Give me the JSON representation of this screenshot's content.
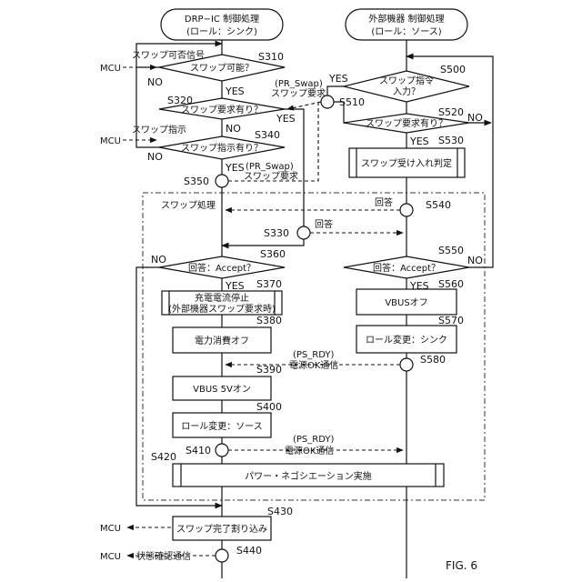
{
  "header": {
    "drp_title_1": "DRP−IC 制御処理",
    "drp_title_2": "(ロール：シンク)",
    "ext_title_1": "外部機器 制御処理",
    "ext_title_2": "(ロール：ソース)"
  },
  "labels": {
    "mcu": "MCU",
    "swap_enable_signal": "スワップ可否信号",
    "swap_instruction": "スワップ指示",
    "pr_swap": "(PR_Swap)",
    "swap_request": "スワップ要求",
    "swap_process": "スワップ処理",
    "answer": "回答",
    "ps_rdy": "(PS_RDY)",
    "power_ok": "電源OK通信",
    "status_check": "状態確認通信",
    "yes": "YES",
    "no": "NO",
    "fig": "FIG. 6"
  },
  "nodes": {
    "s310": {
      "step": "S310",
      "text": "スワップ可能？"
    },
    "s320": {
      "step": "S320",
      "text": "スワップ要求有り？"
    },
    "s340": {
      "step": "S340",
      "text": "スワップ指示有り？"
    },
    "s350": {
      "step": "S350"
    },
    "s330": {
      "step": "S330"
    },
    "s360": {
      "step": "S360",
      "text": "回答：Accept？"
    },
    "s370": {
      "step": "S370",
      "text_1": "充電電流停止",
      "text_2": "(外部機器スワップ要求時)"
    },
    "s380": {
      "step": "S380",
      "text": "電力消費オフ"
    },
    "s390": {
      "step": "S390",
      "text": "VBUS 5Vオン"
    },
    "s400": {
      "step": "S400",
      "text": "ロール変更：ソース"
    },
    "s410": {
      "step": "S410"
    },
    "s420": {
      "step": "S420",
      "text": "パワー・ネゴシエーション実施"
    },
    "s430": {
      "step": "S430",
      "text": "スワップ完了割り込み"
    },
    "s440": {
      "step": "S440"
    },
    "s500": {
      "step": "S500",
      "text_1": "スワップ指令",
      "text_2": "入力？"
    },
    "s510": {
      "step": "S510"
    },
    "s520": {
      "step": "S520",
      "text": "スワップ要求有り？"
    },
    "s530": {
      "step": "S530",
      "text": "スワップ受け入れ判定"
    },
    "s540": {
      "step": "S540"
    },
    "s550": {
      "step": "S550",
      "text": "回答：Accept？"
    },
    "s560": {
      "step": "S560",
      "text": "VBUSオフ"
    },
    "s570": {
      "step": "S570",
      "text": "ロール変更：シンク"
    },
    "s580": {
      "step": "S580"
    }
  }
}
